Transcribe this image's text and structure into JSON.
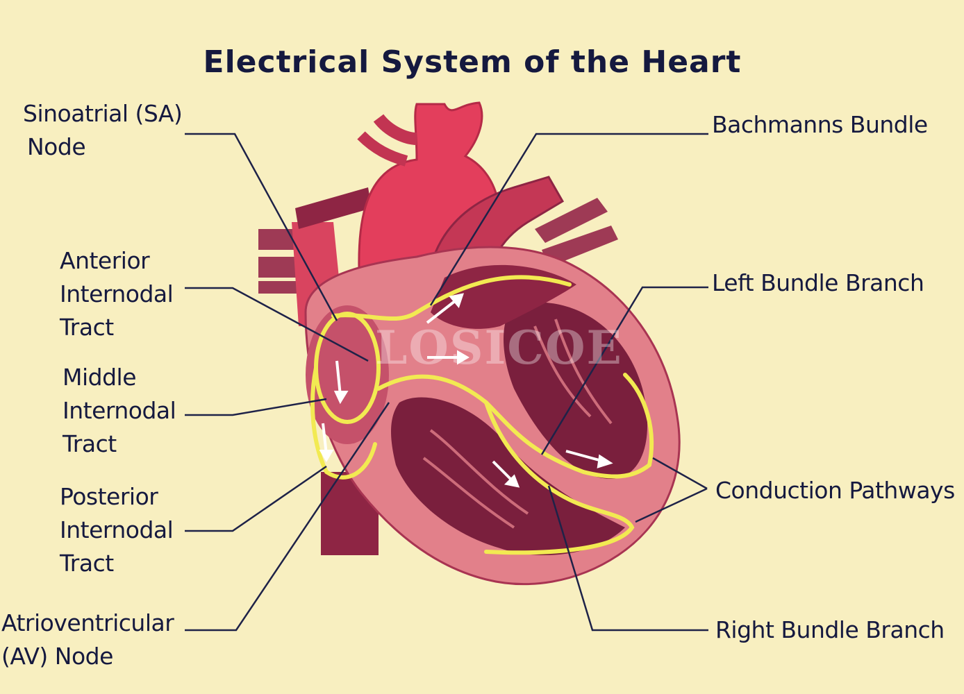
{
  "title": "Electrical System of the Heart",
  "watermark": "LOSICOE",
  "labels": {
    "sa_node": [
      "Sinoatrial (SA)",
      " Node"
    ],
    "anterior": [
      "Anterior",
      "Internodal",
      "Tract"
    ],
    "middle": [
      "Middle",
      "Internodal",
      "Tract"
    ],
    "posterior": [
      "Posterior",
      "Internodal",
      "Tract"
    ],
    "av_node": [
      "Atrioventricular",
      "(AV)  Node"
    ],
    "bachmanns": "Bachmanns  Bundle",
    "left_bundle": "Left Bundle Branch",
    "conduction": "Conduction Pathways",
    "right_bundle": "Right Bundle Branch"
  },
  "colors": {
    "background": "#f8efc0",
    "text": "#15193f",
    "heart_outer": "#e2808a",
    "heart_dark": "#7a1f3d",
    "vessel_red": "#e33e5c",
    "pathway": "#f2ea52"
  }
}
